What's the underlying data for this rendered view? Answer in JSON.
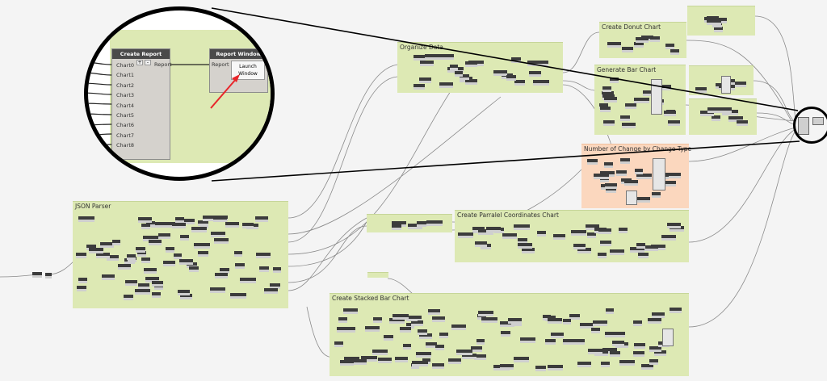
{
  "groups": {
    "create_donut_chart": "Create Donut Chart",
    "organize_data": "Organize Data",
    "generate_bar_chart": "Generate Bar Chart",
    "number_of_change": "Number of Change by Change Type",
    "json_parser": "JSON Parser",
    "create_parallel_coordinates": "Create Parralel Coordinates Chart",
    "create_stacked_bar": "Create Stacked Bar Chart"
  },
  "zoom": {
    "create_report": {
      "title": "Create Report",
      "inputs": [
        "Chart0",
        "Chart1",
        "Chart2",
        "Chart3",
        "Chart4",
        "Chart5",
        "Chart6",
        "Chart7",
        "Chart8"
      ],
      "output": "Report",
      "plus": "+",
      "minus": "-"
    },
    "report_window": {
      "title": "Report Window",
      "input": "Report",
      "button_line1": "Launch",
      "button_line2": "Window"
    }
  },
  "colors": {
    "group_green": "#dde9b4",
    "group_peach": "#fbd7be",
    "arrow": "#e8262b"
  }
}
